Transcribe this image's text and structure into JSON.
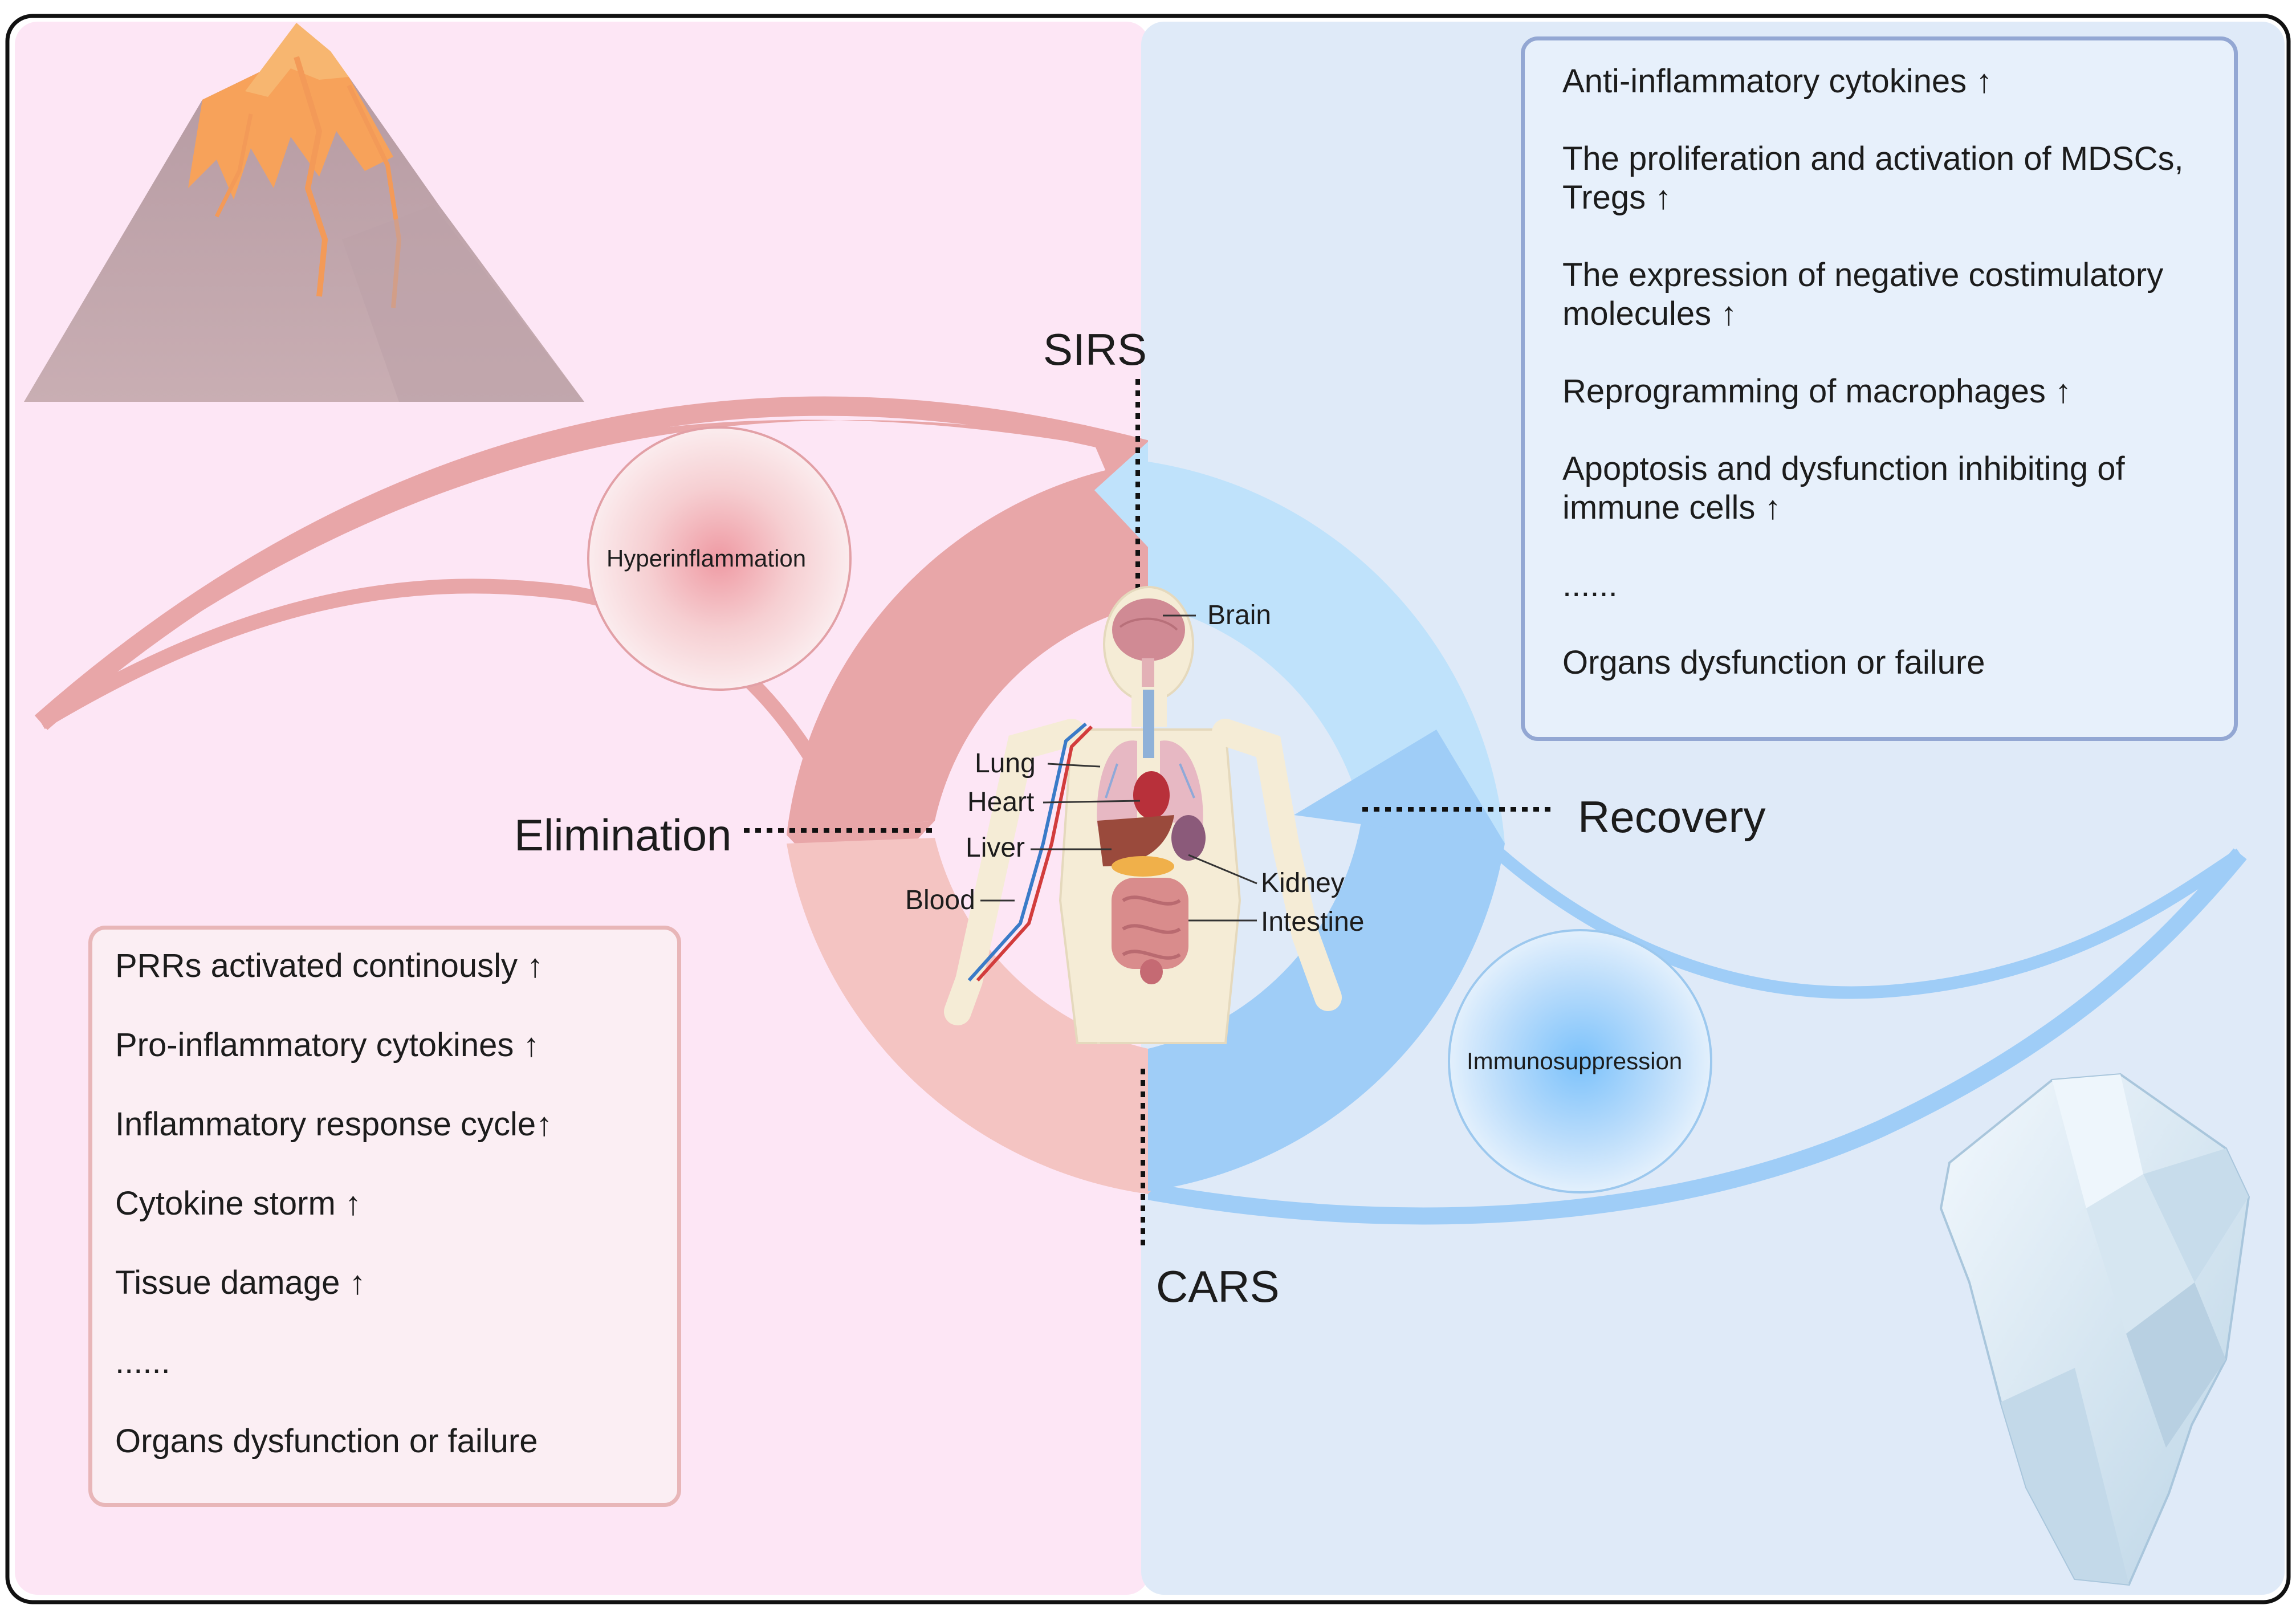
{
  "phases": {
    "sirs": "SIRS",
    "cars": "CARS",
    "elimination": "Elimination",
    "recovery": "Recovery"
  },
  "bubbles": {
    "hyperinflammation": "Hyperinflammation",
    "immunosuppression": "Immunosuppression"
  },
  "organs": {
    "brain": "Brain",
    "lung": "Lung",
    "heart": "Heart",
    "liver": "Liver",
    "blood": "Blood",
    "kidney": "Kidney",
    "intestine": "Intestine"
  },
  "left_box": {
    "items": [
      "PRRs activated continously ↑",
      "Pro-inflammatory cytokines ↑",
      "Inflammatory response cycle↑",
      "Cytokine storm ↑",
      "Tissue damage ↑",
      "......",
      "Organs dysfunction or failure"
    ]
  },
  "right_box": {
    "items": [
      "Anti-inflammatory cytokines ↑",
      "The proliferation and activation of MDSCs, Tregs ↑",
      "The expression of negative costimulatory molecules ↑",
      "Reprogramming of macrophages ↑",
      "Apoptosis and dysfunction inhibiting of immune cells ↑",
      "......",
      "Organs dysfunction or failure"
    ]
  },
  "colors": {
    "left_panel": "#fde6f5",
    "right_panel": "#dfeaf8",
    "pink_arc": "#e8a6a8",
    "pink_light": "#f4c4c2",
    "blue_arc": "#9fcdf7",
    "blue_light": "#bfe2fb",
    "outline": "#000000"
  },
  "icons": {
    "volcano": "volcano-icon",
    "iceberg": "iceberg-icon",
    "body": "human-body-organs-icon"
  }
}
